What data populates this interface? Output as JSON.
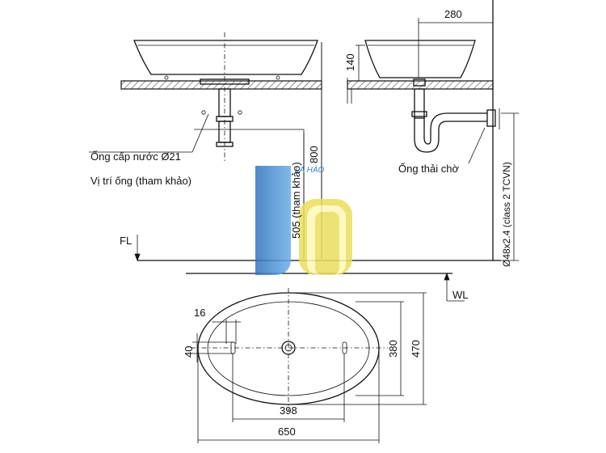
{
  "labels": {
    "supply_pipe": "Ống cấp nước Ø21",
    "pipe_position": "Vị trí ống (tham khảo)",
    "drain_pipe": "Ống thải chờ",
    "fl": "FL",
    "wl": "WL",
    "drain_spec": "Ø48x2.4 (class 2 TCVN)",
    "height_505": "505 (tham khảo)"
  },
  "dimensions": {
    "d280": "280",
    "d140": "140",
    "d800": "800",
    "d16": "16",
    "d40": "40",
    "d380": "380",
    "d470": "470",
    "d398": "398",
    "d650": "650"
  },
  "watermark": {
    "text": "LA HÀO",
    "color_blue": "#3b83c8",
    "color_yellow": "#e8d84a"
  }
}
